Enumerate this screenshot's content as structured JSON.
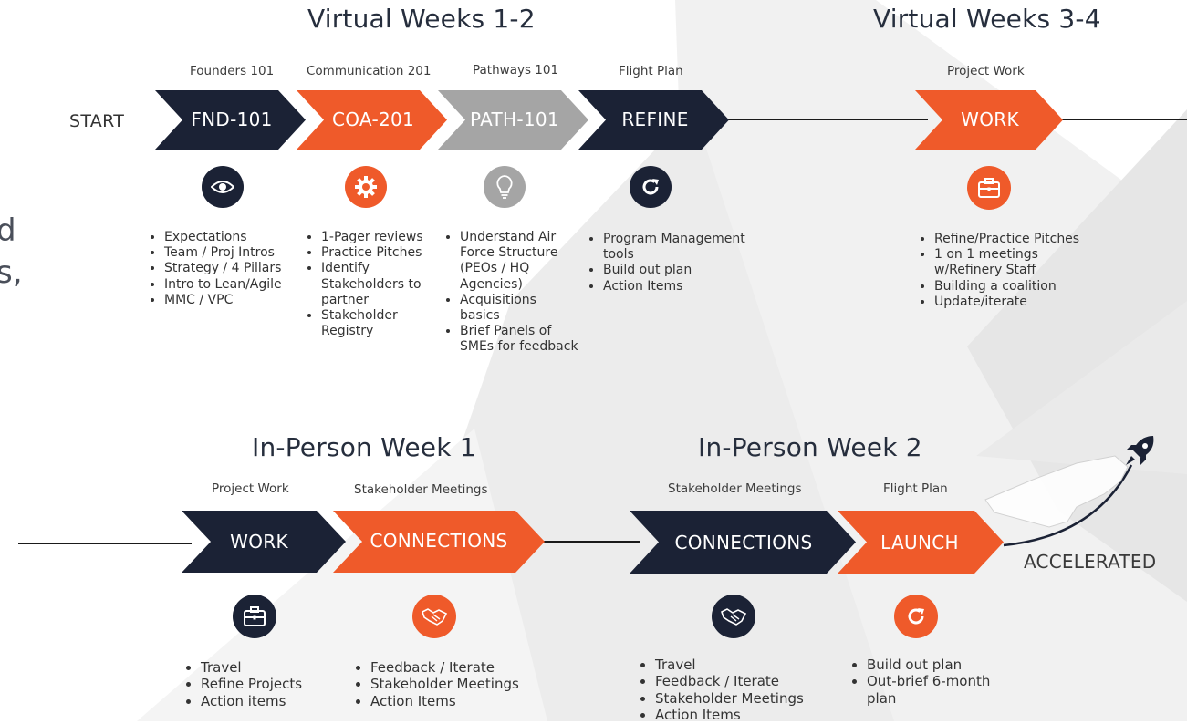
{
  "phases": {
    "virtual_1_2": "Virtual Weeks 1-2",
    "virtual_3_4": "Virtual Weeks 3-4",
    "inperson_1": "In-Person Week 1",
    "inperson_2": "In-Person Week 2"
  },
  "left_cut_text": [
    "d",
    "s,"
  ],
  "start_label": "START",
  "accelerated_label": "ACCELERATED",
  "top_row": [
    {
      "subtitle": "Founders 101",
      "label": "FND-101",
      "color": "navy",
      "icon": "eye-icon",
      "bullets": [
        "Expectations",
        "Team / Proj Intros",
        "Strategy / 4 Pillars",
        "Intro to Lean/Agile",
        "MMC / VPC"
      ]
    },
    {
      "subtitle": "Communication  201",
      "label": "COA-201",
      "color": "orange",
      "icon": "gear-icon",
      "bullets": [
        "1-Pager reviews",
        "Practice Pitches",
        "Identify Stakeholders to partner",
        "Stakeholder Registry"
      ]
    },
    {
      "subtitle": "Pathways 101",
      "label": "PATH-101",
      "color": "gray",
      "icon": "lightbulb-icon",
      "bullets": [
        "Understand Air Force Structure (PEOs / HQ Agencies)",
        "Acquisitions basics",
        "Brief Panels of SMEs for feedback"
      ]
    },
    {
      "subtitle": "Flight Plan",
      "label": "REFINE",
      "color": "navy",
      "icon": "refresh-icon",
      "bullets": [
        "Program Management tools",
        "Build out plan",
        "Action Items"
      ]
    },
    {
      "subtitle": "Project Work",
      "label": "WORK",
      "color": "orange",
      "icon": "briefcase-icon",
      "bullets": [
        "Refine/Practice Pitches",
        "1 on 1 meetings w/Refinery Staff",
        "Building a coalition",
        "Update/iterate"
      ]
    }
  ],
  "bottom_row": [
    {
      "subtitle": "Project Work",
      "label": "WORK",
      "color": "navy",
      "icon": "briefcase-icon",
      "bullets": [
        "Travel",
        "Refine Projects",
        "Action items"
      ]
    },
    {
      "subtitle": "Stakeholder Meetings",
      "label": "CONNECTIONS",
      "color": "orange",
      "icon": "handshake-icon",
      "bullets": [
        "Feedback / Iterate",
        "Stakeholder Meetings",
        "Action Items"
      ]
    },
    {
      "subtitle": "Stakeholder Meetings",
      "label": "CONNECTIONS",
      "color": "navy",
      "icon": "handshake-icon",
      "bullets": [
        "Travel",
        "Feedback / Iterate",
        "Stakeholder Meetings",
        "Action Items"
      ]
    },
    {
      "subtitle": "Flight Plan",
      "label": "LAUNCH",
      "color": "orange",
      "icon": "refresh-icon",
      "bullets": [
        "Build out plan",
        "Out-brief 6-month plan"
      ]
    }
  ],
  "colors": {
    "navy": "#1b2235",
    "orange": "#ef5a2a",
    "gray": "#a5a5a5"
  }
}
